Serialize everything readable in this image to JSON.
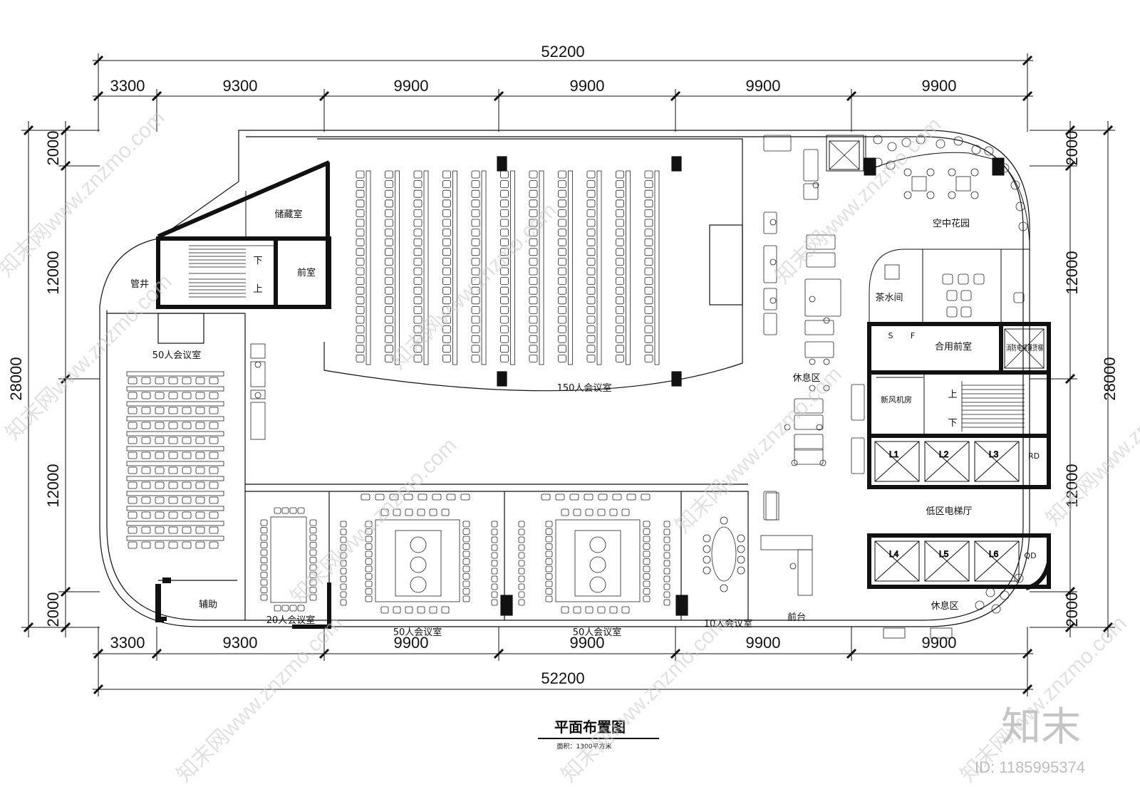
{
  "dimensions": {
    "top_total": "52200",
    "top_segments": [
      "3300",
      "9300",
      "9900",
      "9900",
      "9900",
      "9900"
    ],
    "bottom_total": "52200",
    "bottom_segments": [
      "3300",
      "9300",
      "9900",
      "9900",
      "9900",
      "9900"
    ],
    "left_total": "28000",
    "left_segments": [
      "2000",
      "12000",
      "12000",
      "2000"
    ],
    "right_total": "28000",
    "right_segments": [
      "2000",
      "12000",
      "12000",
      "2000"
    ]
  },
  "rooms": {
    "storage": "储藏室",
    "shaft": "管井",
    "anteroom": "前室",
    "stair_down_1": "下",
    "stair_up_1": "上",
    "conf150": "150人会议室",
    "conf50_left": "50人会议室",
    "auxiliary": "辅助",
    "conf20": "20人会议室",
    "conf50_a": "50人会议室",
    "conf50_b": "50人会议室",
    "conf10": "10人会议室",
    "reception": "前台",
    "lounge_mid": "休息区",
    "lounge_bottom": "休息区",
    "sky_garden": "空中花园",
    "tea_room": "茶水间",
    "shared_anteroom": "合用前室",
    "fire_lift": "消防电梯兼货梯",
    "fresh_air": "新风机房",
    "stair_up_2": "上",
    "stair_down_2": "下",
    "s_label": "S",
    "f_label": "F",
    "rd_label": "RD",
    "qd_label": "QD",
    "lift_hall": "低区电梯厅",
    "lifts": [
      "L1",
      "L2",
      "L3",
      "L4",
      "L5",
      "L6"
    ]
  },
  "footer": {
    "title": "平面布置图",
    "area": "面积：1300平方米"
  },
  "watermark": {
    "text": "知末网www.znzmo.com",
    "brand": "知末",
    "id": "ID: 1185995374"
  }
}
